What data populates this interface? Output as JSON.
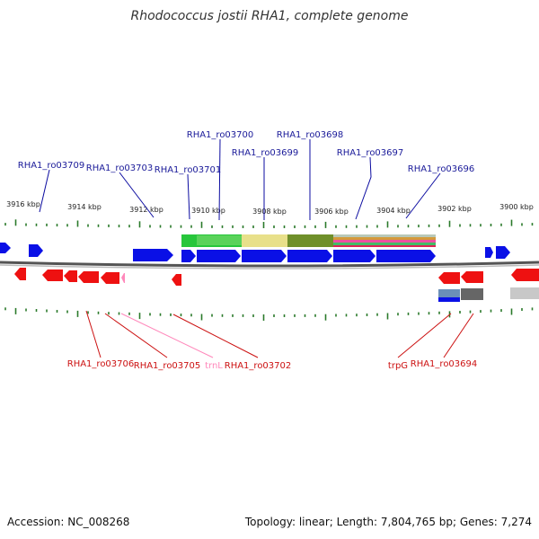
{
  "title": "Rhodococcus jostii RHA1, complete genome",
  "footer": {
    "accession": "Accession: NC_008268",
    "stats": "Topology: linear; Length: 7,804,765 bp; Genes: 7,274"
  },
  "colors": {
    "forward_gene": "#0a10e6",
    "reverse_gene": "#ee1111",
    "label_forward": "#1a1a99",
    "label_reverse": "#cc1111",
    "label_trna": "#ff88bb",
    "tick": "#2a7a2a",
    "backbone": "#555555"
  },
  "scale": {
    "kbp_ticks": [
      "3916 kbp",
      "3914 kbp",
      "3912 kbp",
      "3910 kbp",
      "3908 kbp",
      "3906 kbp",
      "3904 kbp",
      "3902 kbp",
      "3900 kbp"
    ]
  },
  "gene_labels_top": [
    "RHA1_ro03709",
    "RHA1_ro03703",
    "RHA1_ro03701",
    "RHA1_ro03700",
    "RHA1_ro03699",
    "RHA1_ro03698",
    "RHA1_ro03697",
    "RHA1_ro03696"
  ],
  "gene_labels_bottom": [
    "RHA1_ro03706",
    "RHA1_ro03705",
    "trnL",
    "RHA1_ro03702",
    "trpG",
    "RHA1_ro03694"
  ]
}
